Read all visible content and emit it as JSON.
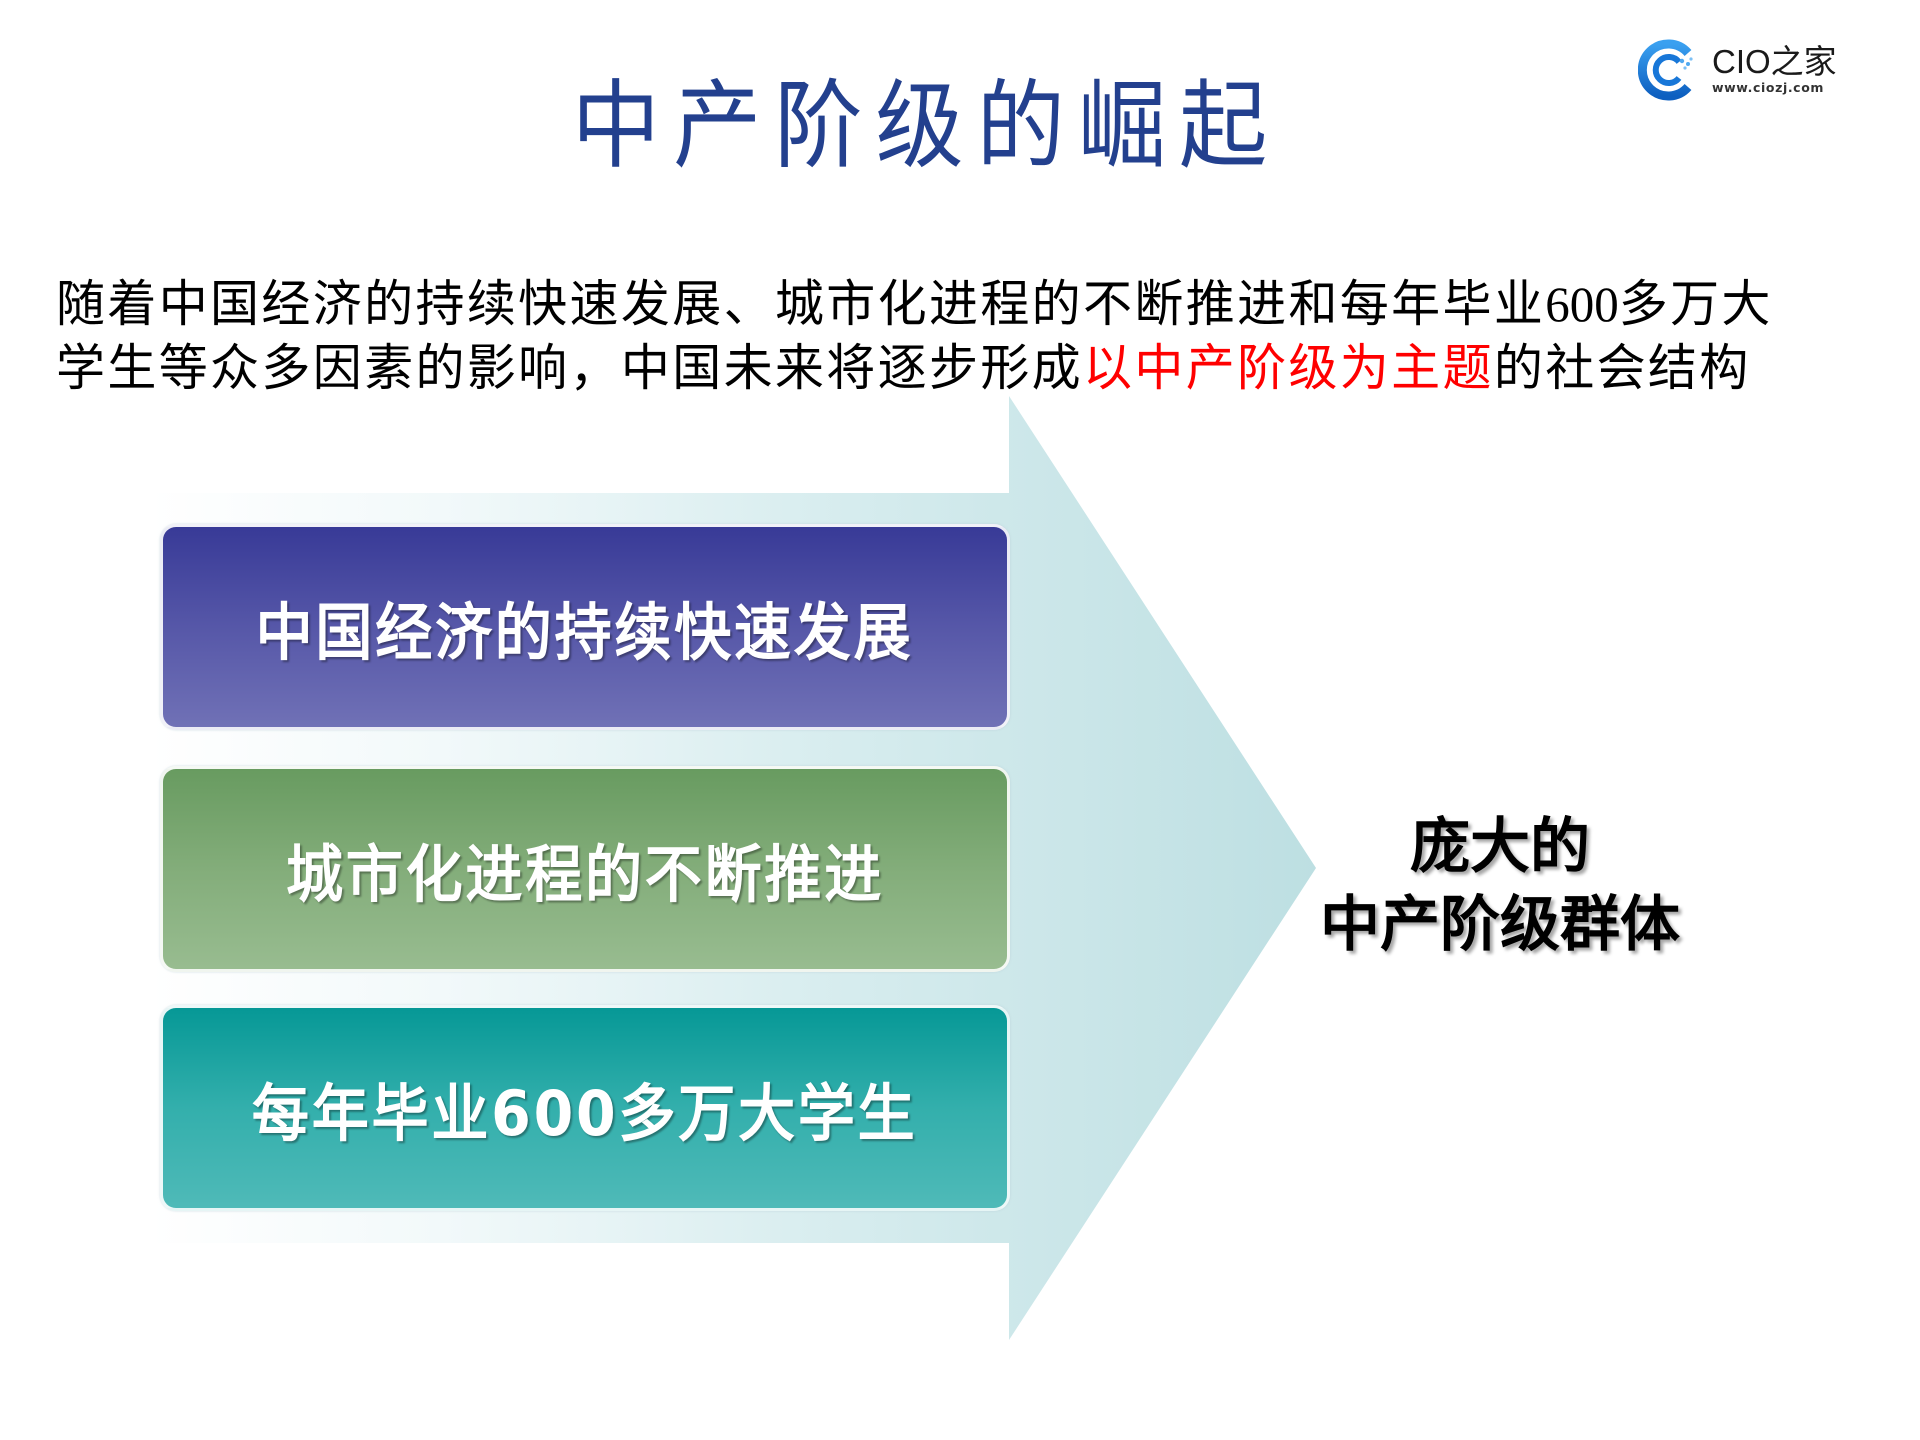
{
  "logo": {
    "name": "CIO之家",
    "url": "www.ciozj.com",
    "icon": "c-circle-logo-icon",
    "color": "#1e88e5"
  },
  "slide": {
    "title": "中产阶级的崛起",
    "title_color": "#23408e",
    "intro": {
      "line1_part1": "随着中国经济的持续快速发展、城市化进程的不断推进和每年毕业",
      "line1_number": "600",
      "line1_part2": "多万大",
      "line2_prefix": "学生等众多因素的影响，中国未来将逐步形成",
      "line2_highlight": "以中产阶级为主题",
      "line2_suffix": "的社会结构",
      "highlight_color": "#ff0000"
    },
    "factors": [
      {
        "label": "中国经济的持续快速发展",
        "color_top": "#383a97",
        "color_bottom": "#7071b6"
      },
      {
        "label": "城市化进程的不断推进",
        "color_top": "#689b60",
        "color_bottom": "#98bc90"
      },
      {
        "label": "每年毕业600多万大学生",
        "color_top": "#069896",
        "color_bottom": "#4fbab8"
      }
    ],
    "arrow": {
      "icon": "right-arrow-shape",
      "color_start": "#ffffff",
      "color_end": "#bfe0e3"
    },
    "result": {
      "line1": "庞大的",
      "line2": "中产阶级群体"
    }
  }
}
